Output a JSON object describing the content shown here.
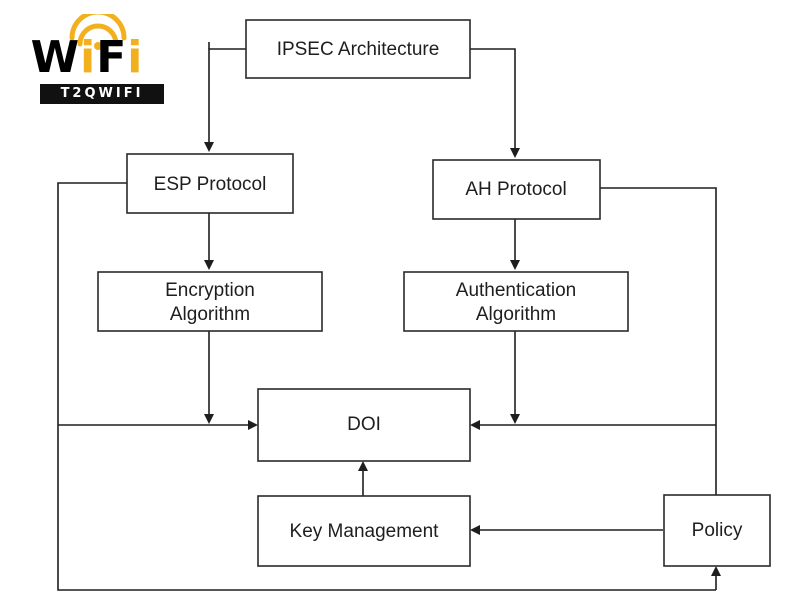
{
  "logo": {
    "wordmark": "WiFi",
    "tagline": "T2QWIFI",
    "accent_color": "#f2b01e"
  },
  "diagram": {
    "nodes": {
      "ipsec": {
        "label": "IPSEC Architecture"
      },
      "esp": {
        "label": "ESP Protocol"
      },
      "ah": {
        "label": "AH Protocol"
      },
      "encryption": {
        "label_line1": "Encryption",
        "label_line2": "Algorithm"
      },
      "authentication": {
        "label_line1": "Authentication",
        "label_line2": "Algorithm"
      },
      "doi": {
        "label": "DOI"
      },
      "key_management": {
        "label": "Key Management"
      },
      "policy": {
        "label": "Policy"
      }
    },
    "edges": [
      {
        "from": "IPSEC Architecture",
        "to": "ESP Protocol"
      },
      {
        "from": "IPSEC Architecture",
        "to": "AH Protocol"
      },
      {
        "from": "ESP Protocol",
        "to": "Encryption Algorithm"
      },
      {
        "from": "AH Protocol",
        "to": "Authentication Algorithm"
      },
      {
        "from": "Encryption Algorithm",
        "to": "DOI"
      },
      {
        "from": "Authentication Algorithm",
        "to": "DOI"
      },
      {
        "from": "ESP Protocol",
        "to": "DOI"
      },
      {
        "from": "AH Protocol",
        "to": "DOI"
      },
      {
        "from": "Key Management",
        "to": "DOI"
      },
      {
        "from": "Policy",
        "to": "Key Management"
      },
      {
        "from": "ESP Protocol",
        "to": "Policy"
      }
    ],
    "line_color": "#1e1e1e",
    "box_border_color": "#2a2a2a"
  }
}
